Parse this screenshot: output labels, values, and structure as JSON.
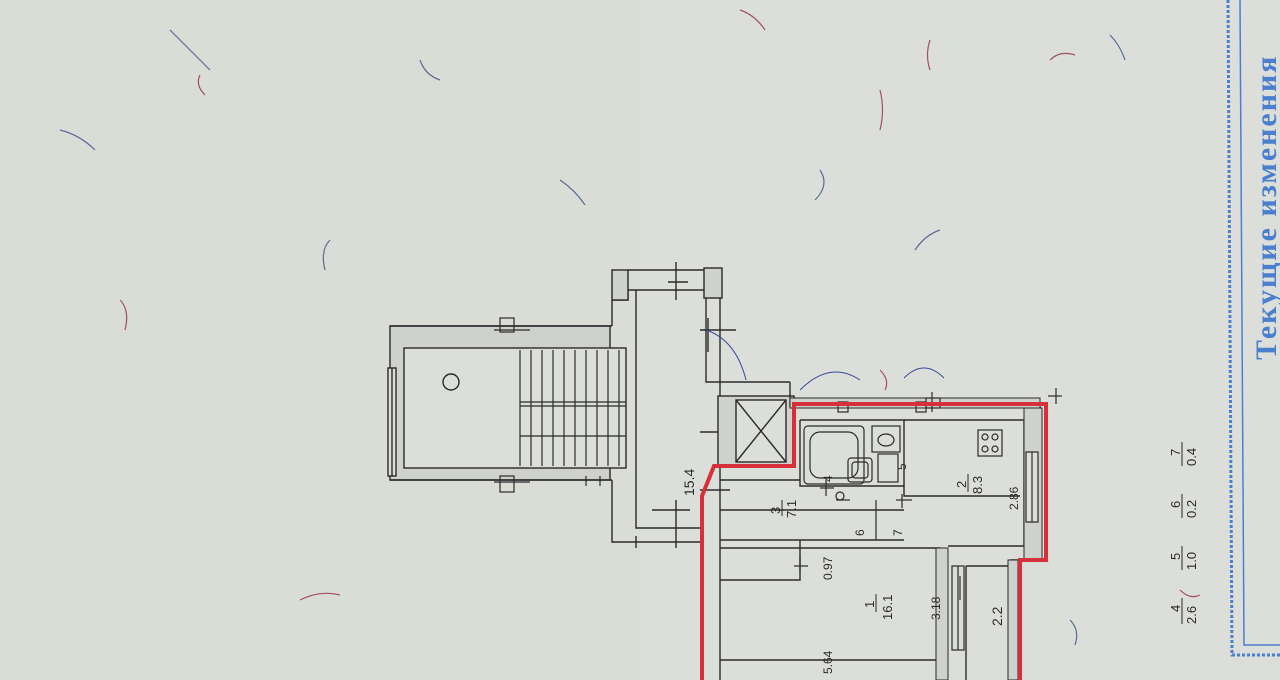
{
  "plan": {
    "stamp_text": "Текущие изменения",
    "dimensions": {
      "corridor_length": "15.4",
      "room1_length": "5.64",
      "room1_width": "3.18",
      "passage_width": "0.97",
      "kitchen_width": "2.86",
      "balcony_width": "2.2"
    },
    "rooms": [
      {
        "id": "room1",
        "number": "1",
        "area": "16.1"
      },
      {
        "id": "room2",
        "number": "2",
        "area": "8.3"
      },
      {
        "id": "room3",
        "number": "3",
        "area": "7.1"
      },
      {
        "id": "room4",
        "number": "4"
      },
      {
        "id": "room5",
        "number": "5"
      },
      {
        "id": "room6",
        "number": "6"
      },
      {
        "id": "room7",
        "number": "7"
      }
    ],
    "legend": [
      {
        "number": "4",
        "area": "2.6"
      },
      {
        "number": "5",
        "area": "1.0"
      },
      {
        "number": "6",
        "area": "0.2"
      },
      {
        "number": "7",
        "area": "0.4"
      }
    ],
    "colors": {
      "paper": "#dcdfd9",
      "wall_fill": "#cfd2cc",
      "line": "#2a2a2a",
      "highlight": "#d8303a",
      "stamp": "#4a7fd0"
    }
  }
}
